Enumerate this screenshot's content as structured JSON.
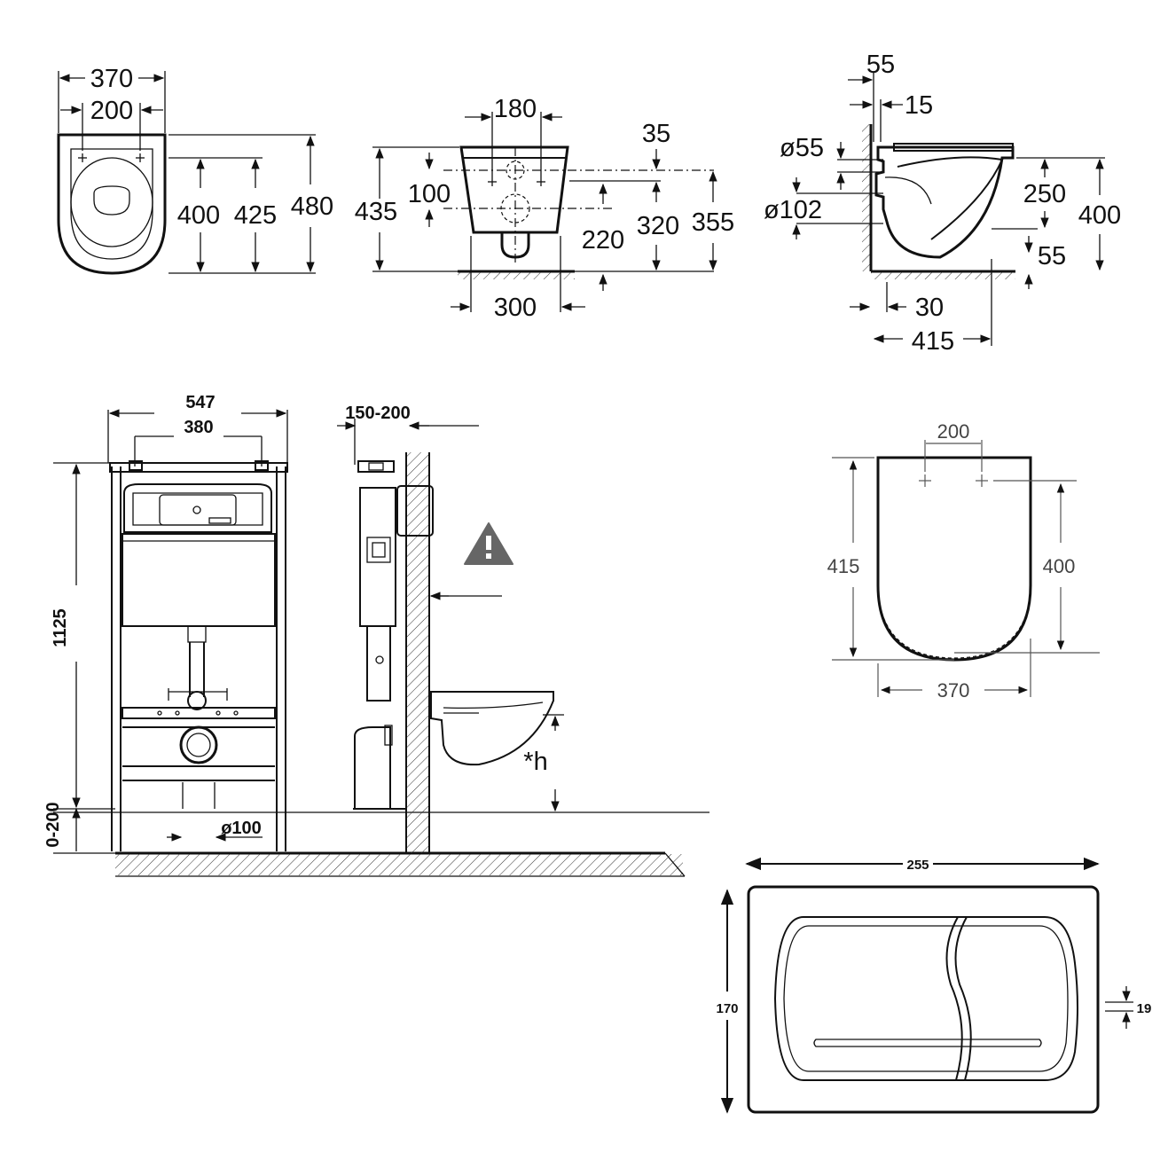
{
  "top_view": {
    "d370": "370",
    "d200": "200",
    "d400": "400",
    "d425": "425",
    "d480": "480"
  },
  "front_view": {
    "d180": "180",
    "d35": "35",
    "d435": "435",
    "d100": "100",
    "d220": "220",
    "d320": "320",
    "d355": "355",
    "d300": "300"
  },
  "side_view": {
    "d55_top": "55",
    "d15": "15",
    "d55_dia": "ø55",
    "d102_dia": "ø102",
    "d250": "250",
    "d400": "400",
    "d55_bottom": "55",
    "d30": "30",
    "d415": "415"
  },
  "frame_front": {
    "d547": "547",
    "d380": "380",
    "d1125": "1125",
    "d0_200": "0-200",
    "d100_dia": "ø100"
  },
  "frame_side": {
    "d150_200": "150-200",
    "h_label": "*h"
  },
  "seat_view": {
    "d200": "200",
    "d415": "415",
    "d400": "400",
    "d370": "370"
  },
  "flush_plate": {
    "d255": "255",
    "d170": "170",
    "d19": "19"
  },
  "icons": {
    "warning": "warning-triangle-icon"
  },
  "colors": {
    "ink": "#111111",
    "background": "#ffffff"
  }
}
